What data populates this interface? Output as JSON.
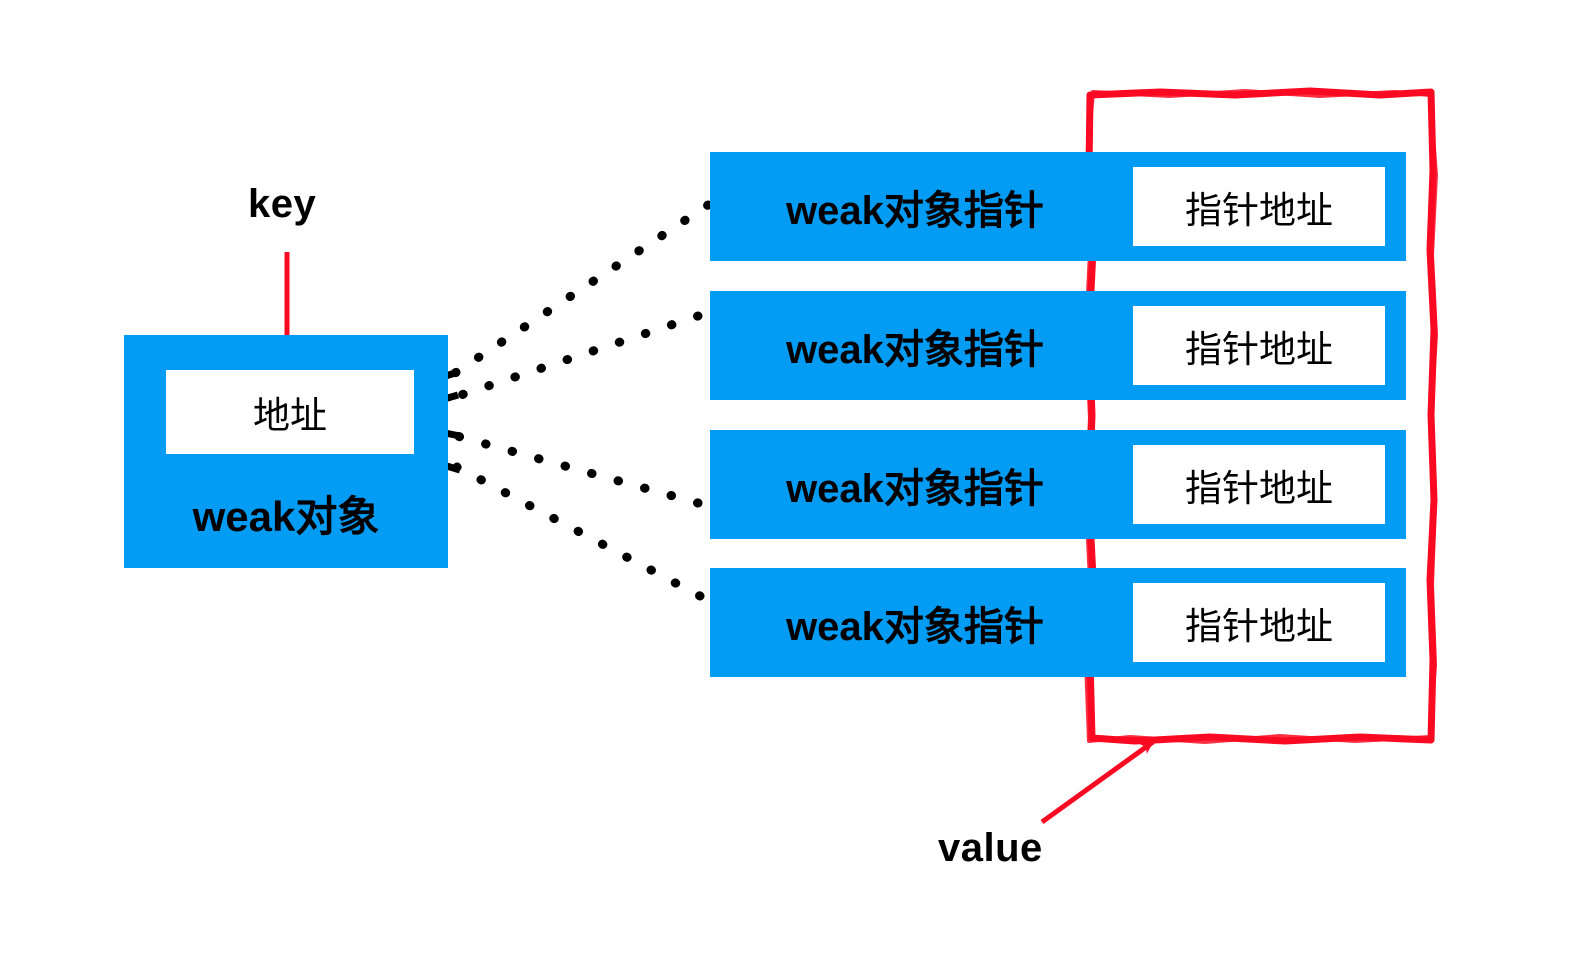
{
  "diagram": {
    "title": "weak table key-value structure",
    "background_color": "#ffffff",
    "accent_blue": "#029cf5",
    "accent_red": "#fa0a22",
    "text_color": "#000000"
  },
  "labels": {
    "key": "key",
    "value": "value"
  },
  "weak_object": {
    "address_label": "地址",
    "caption": "weak对象",
    "fill_color": "#029cf5",
    "inner_fill_color": "#ffffff"
  },
  "entries": [
    {
      "pointer_label": "weak对象指针",
      "address_label": "指针地址"
    },
    {
      "pointer_label": "weak对象指针",
      "address_label": "指针地址"
    },
    {
      "pointer_label": "weak对象指针",
      "address_label": "指针地址"
    },
    {
      "pointer_label": "weak对象指针",
      "address_label": "指针地址"
    }
  ],
  "connectors": {
    "style": "dotted",
    "count": 4,
    "direction": "right-to-left",
    "color": "#000000"
  },
  "annotations": {
    "key_arrow_color": "#fa0a22",
    "value_arrow_color": "#fa0a22",
    "value_box_stroke": "#fa0a22"
  }
}
